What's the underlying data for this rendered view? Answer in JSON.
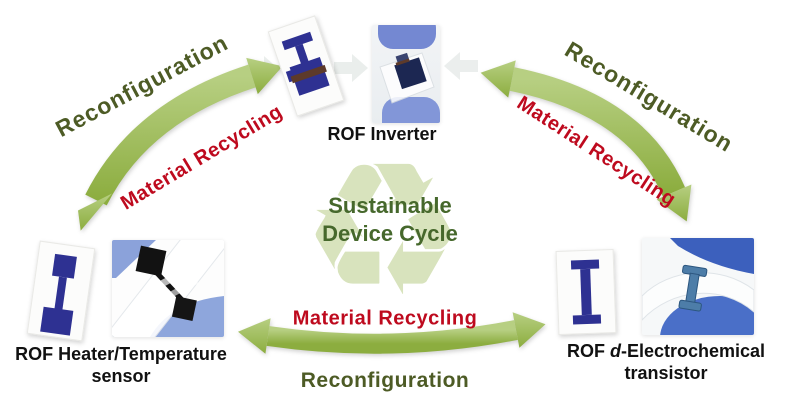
{
  "figure": {
    "center": {
      "line1": "Sustainable",
      "line2": "Device Cycle",
      "recycle_symbol": "♻"
    },
    "arrow_labels": {
      "reconfiguration": "Reconfiguration",
      "material_recycling": "Material Recycling"
    },
    "devices": {
      "inverter": {
        "label": "ROF Inverter"
      },
      "heater": {
        "label_line1": "ROF Heater/Temperature",
        "label_line2": "sensor"
      },
      "transistor": {
        "line1_prefix": "ROF ",
        "line1_italic": "d",
        "line1_suffix": "-Electrochemical",
        "line2": "transistor"
      }
    },
    "colors": {
      "arrow_green": "#9CBB53",
      "arrow_green_light": "#B7CF82",
      "arrow_green_dark": "#8CAD3F",
      "reconfiguration_text": "#4D5B25",
      "material_recycling_text": "#BE0A1E",
      "center_text": "#46682C",
      "recycle_symbol_color": "#D8E3BD",
      "device_label": "#111111",
      "card_pattern_navy": "#2E3192",
      "glove_blue": "#6F85D0"
    }
  }
}
